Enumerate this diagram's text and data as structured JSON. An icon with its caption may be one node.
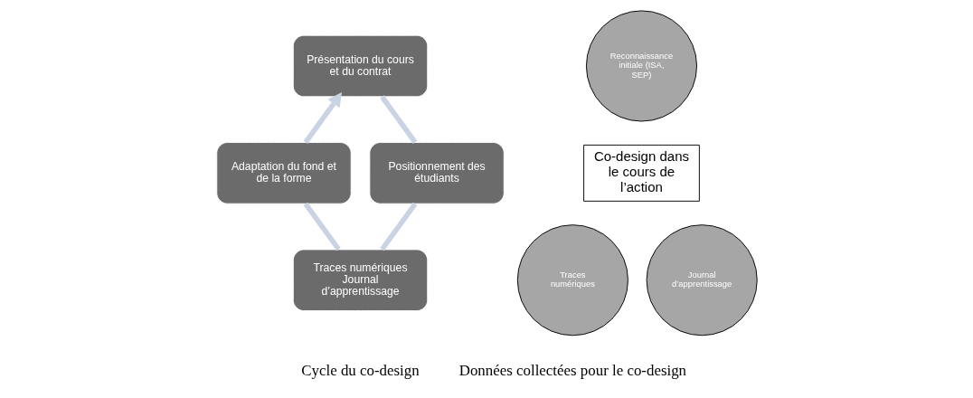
{
  "diagram": {
    "nodes": [
      {
        "text": [
          "Présentation du cours et du contrat"
        ]
      },
      {
        "text": [
          "Adaptation du fond et de la forme"
        ]
      },
      {
        "text": [
          "Positionnement des étudiants"
        ]
      },
      {
        "text": [
          "Traces numériques",
          "Journal d’apprentissage"
        ]
      },
      {
        "text": [
          "Reconnaissance initiale (ISA, SEP)"
        ]
      },
      {
        "text": [
          "Co-design dans le cours de l’action"
        ]
      },
      {
        "text": [
          "Traces numériques"
        ]
      },
      {
        "text": [
          "Journal d’apprentissage"
        ]
      }
    ],
    "edges": [
      {
        "from": 0,
        "to": 2,
        "arrow": "none"
      },
      {
        "from": 2,
        "to": 3,
        "arrow": "none"
      },
      {
        "from": 3,
        "to": 1,
        "arrow": "none"
      },
      {
        "from": 1,
        "to": 0,
        "arrow": "to"
      }
    ],
    "labels": [
      "Cycle du co-design",
      "Données collectées pour le co-design"
    ]
  }
}
